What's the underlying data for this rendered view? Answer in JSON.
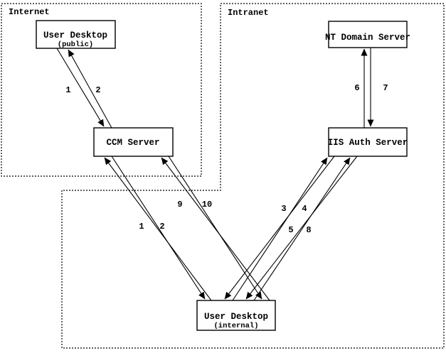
{
  "diagram": {
    "type": "network-auth-flow",
    "zones": [
      {
        "label": "Internet"
      },
      {
        "label": "Intranet"
      }
    ],
    "nodes": [
      {
        "id": "user-desktop-public",
        "title": "User Desktop",
        "subtitle": "(public)",
        "zone": "Internet"
      },
      {
        "id": "ccm-server",
        "title": "CCM Server",
        "zone": "Internet"
      },
      {
        "id": "nt-domain-server",
        "title": "NT Domain Server",
        "zone": "Intranet"
      },
      {
        "id": "iis-auth-server",
        "title": "IIS Auth Server",
        "zone": "Intranet"
      },
      {
        "id": "user-desktop-internal",
        "title": "User Desktop",
        "subtitle": "(internal)",
        "zone": "Intranet"
      }
    ],
    "edges": [
      {
        "label": "1",
        "from": "user-desktop-public",
        "to": "ccm-server"
      },
      {
        "label": "2",
        "from": "ccm-server",
        "to": "user-desktop-public"
      },
      {
        "label": "6",
        "from": "iis-auth-server",
        "to": "nt-domain-server"
      },
      {
        "label": "7",
        "from": "nt-domain-server",
        "to": "iis-auth-server"
      },
      {
        "label": "1",
        "from": "user-desktop-internal",
        "to": "ccm-server"
      },
      {
        "label": "2",
        "from": "ccm-server",
        "to": "user-desktop-internal"
      },
      {
        "label": "9",
        "from": "user-desktop-internal",
        "to": "ccm-server"
      },
      {
        "label": "10",
        "from": "ccm-server",
        "to": "user-desktop-internal"
      },
      {
        "label": "3",
        "from": "user-desktop-internal",
        "to": "iis-auth-server"
      },
      {
        "label": "4",
        "from": "iis-auth-server",
        "to": "user-desktop-internal"
      },
      {
        "label": "5",
        "from": "user-desktop-internal",
        "to": "iis-auth-server"
      },
      {
        "label": "8",
        "from": "iis-auth-server",
        "to": "user-desktop-internal"
      }
    ],
    "colors": {
      "line": "#000000",
      "background": "#ffffff"
    }
  }
}
